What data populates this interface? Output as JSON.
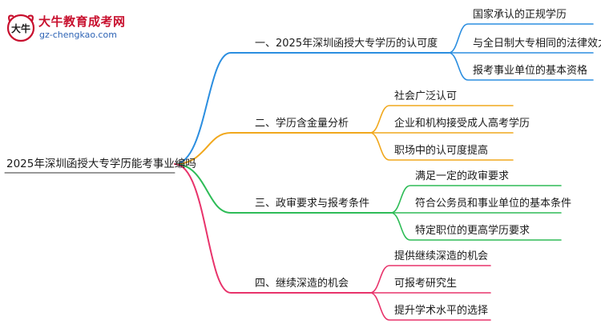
{
  "logo": {
    "title": "大牛教育成考网",
    "url": "gz-chengkao.com",
    "mark_text": "大牛"
  },
  "root": {
    "label": "2025年深圳函授大专学历能考事业编吗"
  },
  "branches": [
    {
      "label": "一、2025年深圳函授大专学历的认可度",
      "color": "#2b8ee0",
      "children": [
        {
          "label": "国家承认的正规学历"
        },
        {
          "label": "与全日制大专相同的法律效力"
        },
        {
          "label": "报考事业单位的基本资格"
        }
      ]
    },
    {
      "label": "二、学历含金量分析",
      "color": "#f1a81d",
      "children": [
        {
          "label": "社会广泛认可"
        },
        {
          "label": "企业和机构接受成人高考学历"
        },
        {
          "label": "职场中的认可度提高"
        }
      ]
    },
    {
      "label": "三、政审要求与报考条件",
      "color": "#2ebc57",
      "children": [
        {
          "label": "满足一定的政审要求"
        },
        {
          "label": "符合公务员和事业单位的基本条件"
        },
        {
          "label": "特定职位的更高学历要求"
        }
      ]
    },
    {
      "label": "四、继续深造的机会",
      "color": "#e8336b",
      "children": [
        {
          "label": "提供继续深造的机会"
        },
        {
          "label": "可报考研究生"
        },
        {
          "label": "提升学术水平的选择"
        }
      ]
    }
  ]
}
